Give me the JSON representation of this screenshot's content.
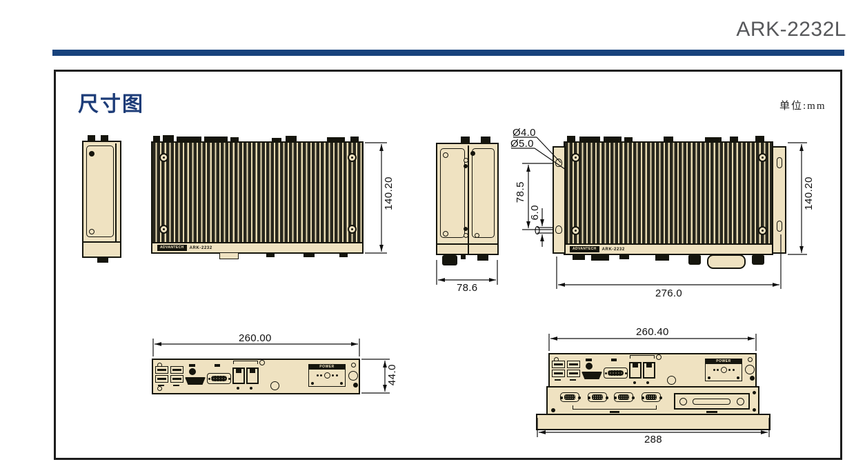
{
  "header": {
    "product_title": "ARK-2232L"
  },
  "section": {
    "heading": "尺寸图",
    "unit_label": "单位:mm"
  },
  "device": {
    "brand_logo": "ADVANTECH",
    "model_label": "ARK-2232",
    "power_label": "POWER"
  },
  "dimensions": {
    "top_view": {
      "height": "140.20"
    },
    "side_view": {
      "width": "78.6"
    },
    "mounting": {
      "hole_dia_inner": "Ø4.0",
      "hole_dia_outer": "Ø5.0",
      "hole_pitch": "78.5",
      "hole_offset": "6.0"
    },
    "flange_view": {
      "height": "140.20",
      "width": "276.0"
    },
    "rear_view_1u": {
      "width": "260.00",
      "height": "44.0"
    },
    "rear_view_2u": {
      "width": "260.40",
      "base_width": "288"
    }
  },
  "colors": {
    "accent_blue": "#17427c",
    "heading_blue": "#1d3c78",
    "chassis_beige": "#efe2c1",
    "line_dark": "#15150d",
    "title_gray": "#57585b"
  }
}
